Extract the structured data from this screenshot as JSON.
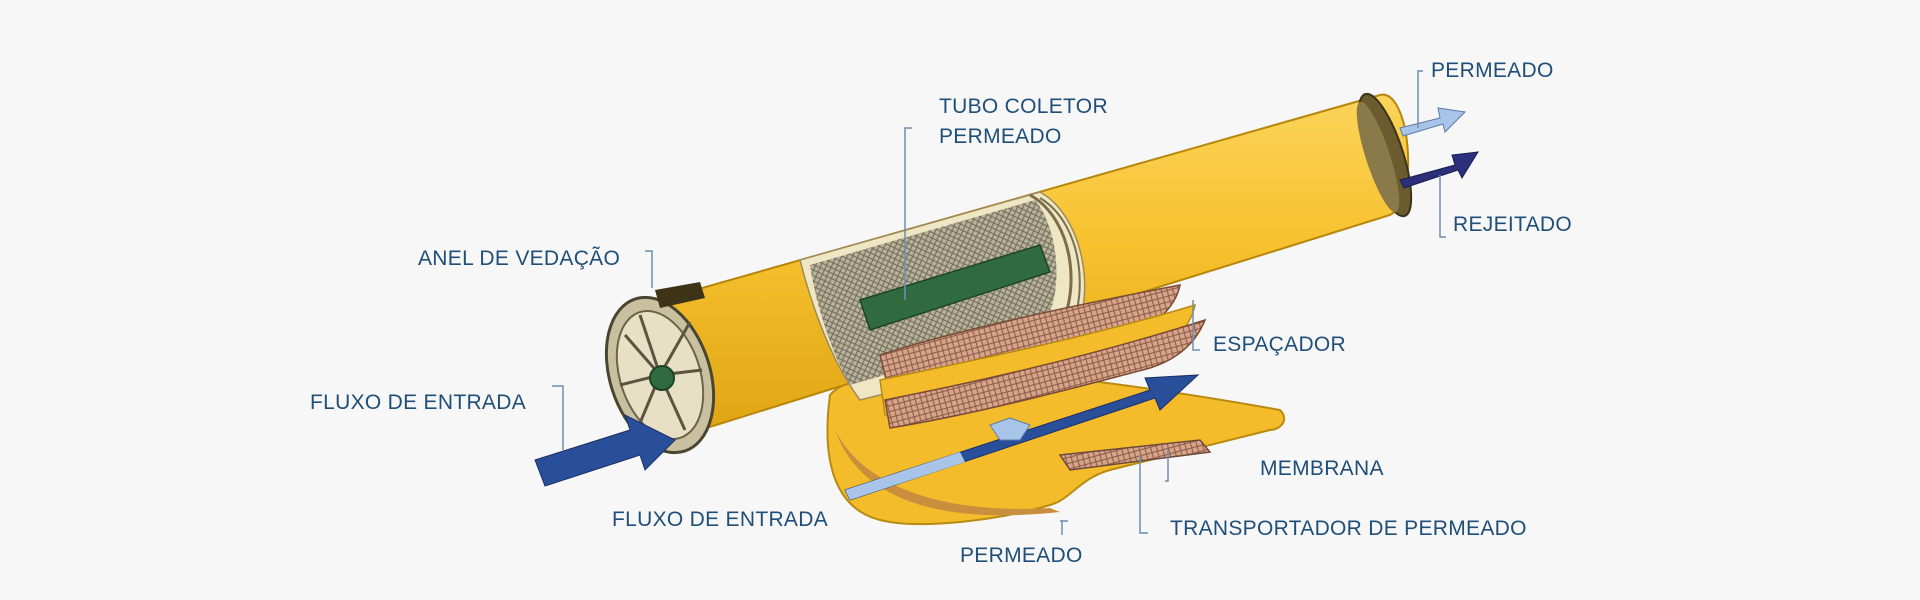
{
  "labels": {
    "permeado_top": "PERMEADO",
    "tubo_coletor_line1": "TUBO COLETOR",
    "tubo_coletor_line2": "PERMEADO",
    "rejeitado": "REJEITADO",
    "anel_vedacao": "ANEL DE VEDAÇÃO",
    "espacador": "ESPAÇADOR",
    "fluxo_entrada_left": "FLUXO DE ENTRADA",
    "membrana": "MEMBRANA",
    "fluxo_entrada_bottom": "FLUXO DE ENTRADA",
    "transportador": "TRANSPORTADOR DE PERMEADO",
    "permeado_bottom": "PERMEADO"
  },
  "colors": {
    "label_text": "#1f4e79",
    "leader_line": "#6f8fb0",
    "cylinder": "#f7c12e",
    "cylinder_shade": "#e3a81a",
    "mesh": "#c98f72",
    "feed_arrow": "#2a4f9a",
    "permeate_arrow": "#a8c4e8",
    "reject_arrow": "#2c2f7a"
  },
  "icons": [
    "membrane-cylinder-illustration",
    "feed-arrow-icon",
    "permeate-arrow-icon",
    "reject-arrow-icon"
  ]
}
